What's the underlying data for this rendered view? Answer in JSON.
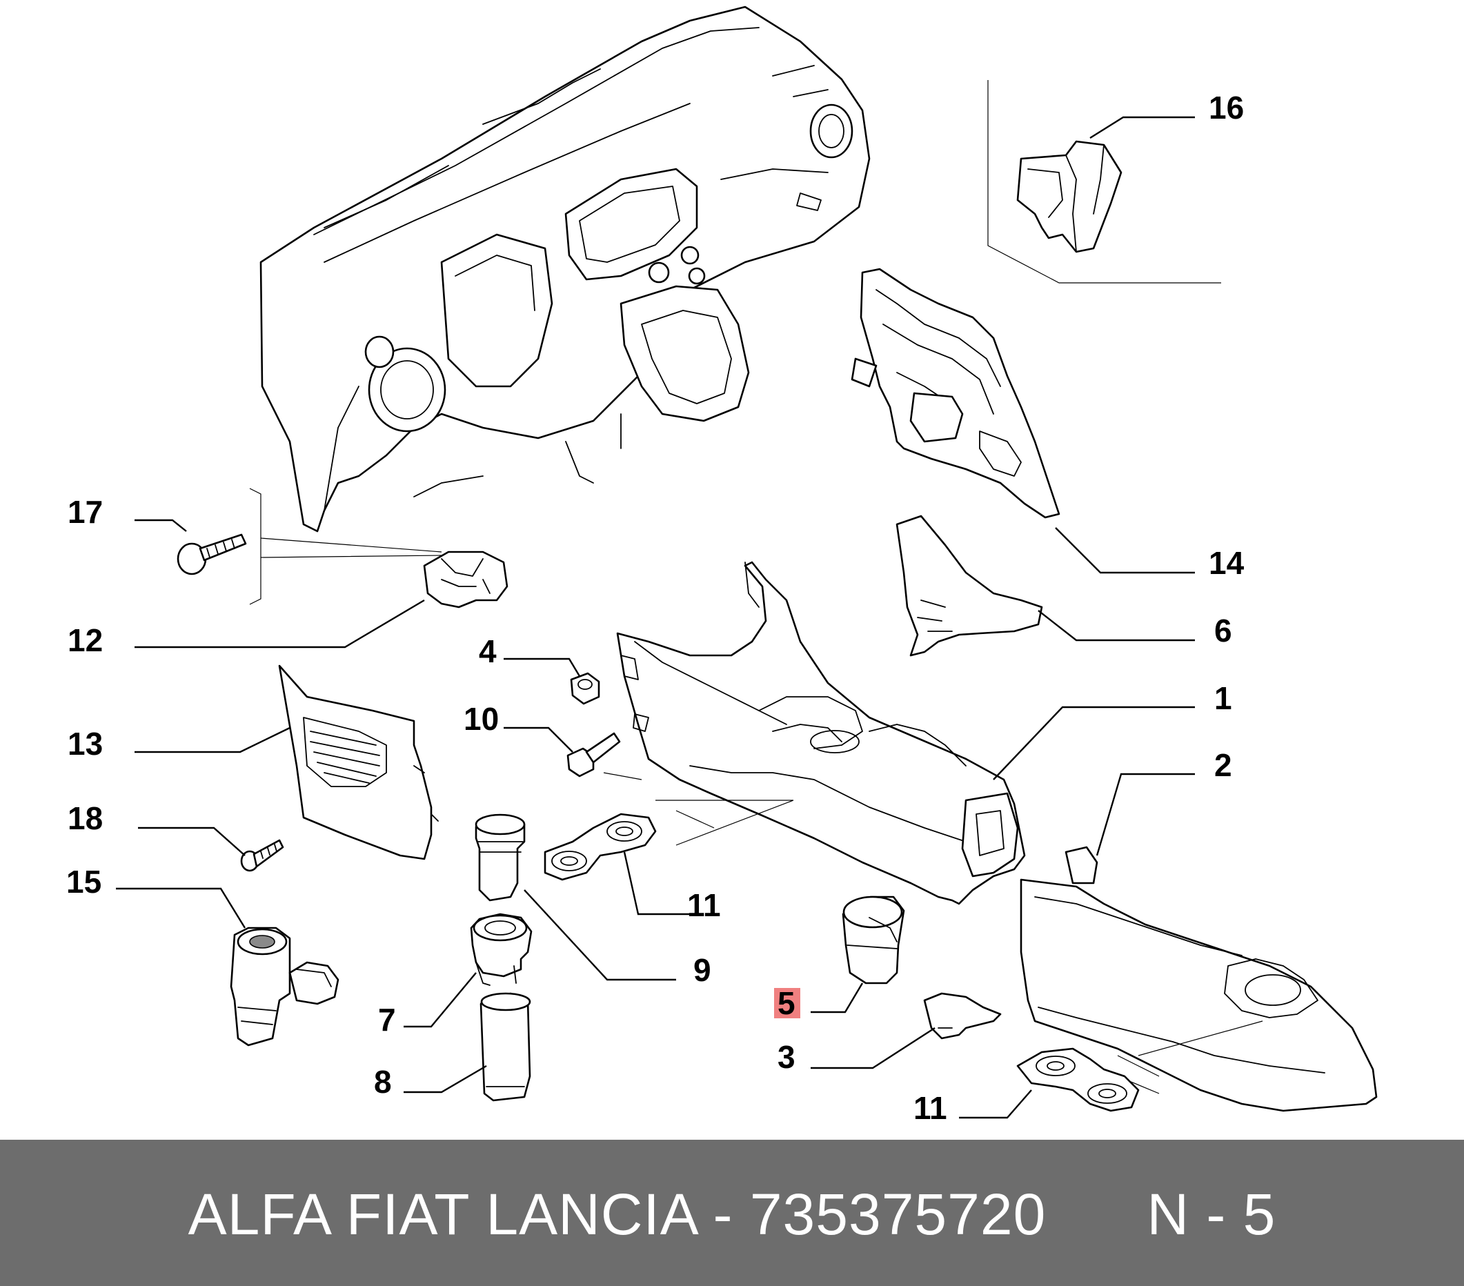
{
  "footer": {
    "brand": "ALFA FIAT LANCIA",
    "separator": " - ",
    "part_number": "735375720",
    "reference": "N - 5"
  },
  "callouts": [
    "17",
    "12",
    "4",
    "10",
    "13",
    "18",
    "15",
    "7",
    "8",
    "9",
    "11",
    "5",
    "3",
    "11",
    "16",
    "14",
    "6",
    "1",
    "2"
  ],
  "highlighted_callout": "5",
  "colors": {
    "highlight": "#f08080",
    "footer_bg": "#6d6d6d",
    "footer_text": "#ffffff"
  },
  "icons": {
    "dashboard": "dashboard-icon",
    "console": "center-console-icon",
    "cupholder": "cup-holder-icon"
  }
}
